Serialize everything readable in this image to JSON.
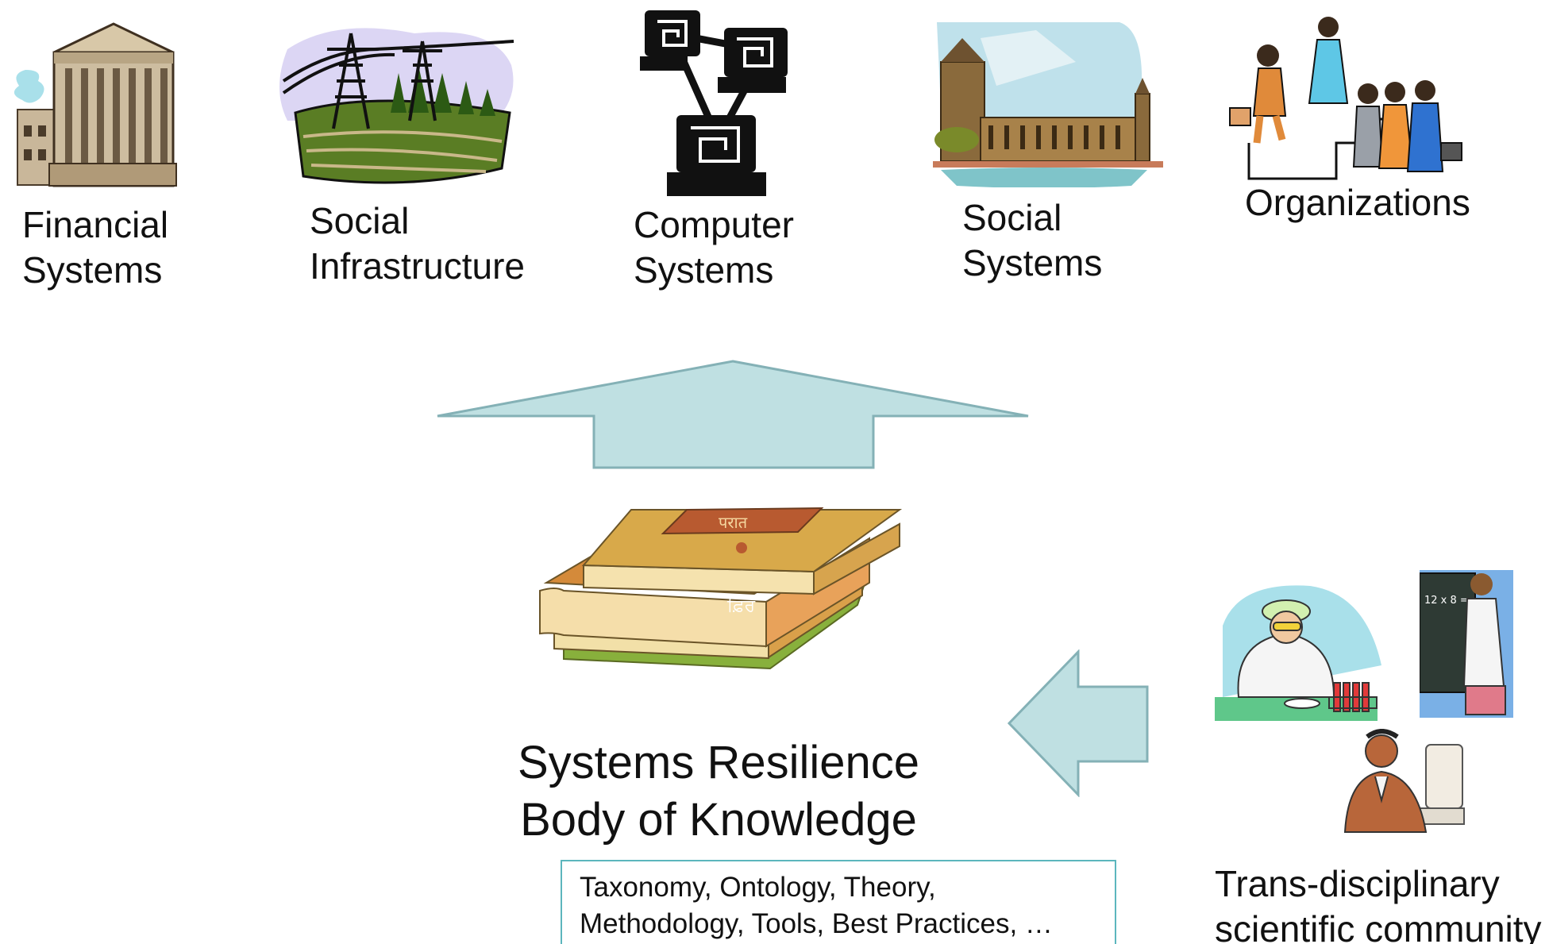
{
  "colors": {
    "arrow_fill": "#bfe0e2",
    "arrow_stroke": "#84b1b6",
    "box_border": "#5cb6bd",
    "text": "#111111"
  },
  "domains": [
    {
      "icon": "bank-building-icon",
      "lines": [
        "Financial",
        "Systems"
      ]
    },
    {
      "icon": "power-lines-icon",
      "lines": [
        "Social",
        "Infrastructure"
      ]
    },
    {
      "icon": "networked-computers-icon",
      "lines": [
        "Computer",
        "Systems"
      ]
    },
    {
      "icon": "parliament-city-icon",
      "lines": [
        "Social",
        "Systems"
      ]
    },
    {
      "icon": "people-group-icon",
      "lines": [
        "Organizations"
      ]
    }
  ],
  "center": {
    "icon": "stacked-books-icon",
    "title_lines": [
      "Systems Resilience",
      "Body of Knowledge"
    ],
    "contents_lines": [
      "Taxonomy, Ontology, Theory,",
      "Methodology, Tools, Best Practices, …"
    ]
  },
  "community": {
    "icons": [
      "scientist-icon",
      "teacher-at-blackboard-icon",
      "computer-worker-icon"
    ],
    "blackboard_text": "12 x 8 =",
    "lines": [
      "Trans-disciplinary",
      "scientific community"
    ]
  },
  "arrows": [
    {
      "icon": "up-arrow-icon"
    },
    {
      "icon": "left-arrow-icon"
    }
  ]
}
